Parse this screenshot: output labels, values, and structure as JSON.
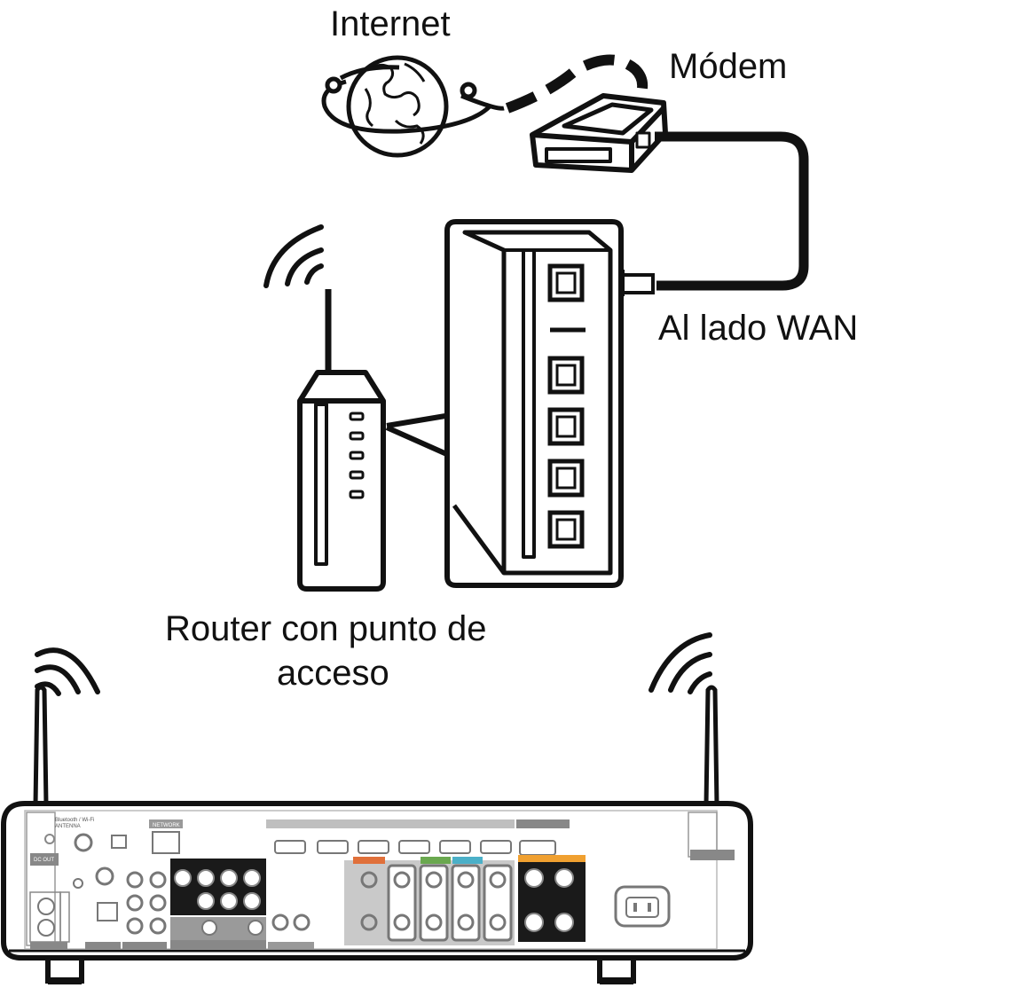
{
  "labels": {
    "internet": "Internet",
    "modem": "Módem",
    "wan_side": "Al lado WAN",
    "router_line1": "Router con punto de",
    "router_line2": "acceso"
  },
  "colors": {
    "line": "#111111",
    "panel_gray": "#9a9a9a",
    "front_speaker": "#e0703a",
    "center_speaker": "#6aa84f",
    "surround_speaker": "#4bb0c8",
    "surround_back": "#f0a030"
  }
}
